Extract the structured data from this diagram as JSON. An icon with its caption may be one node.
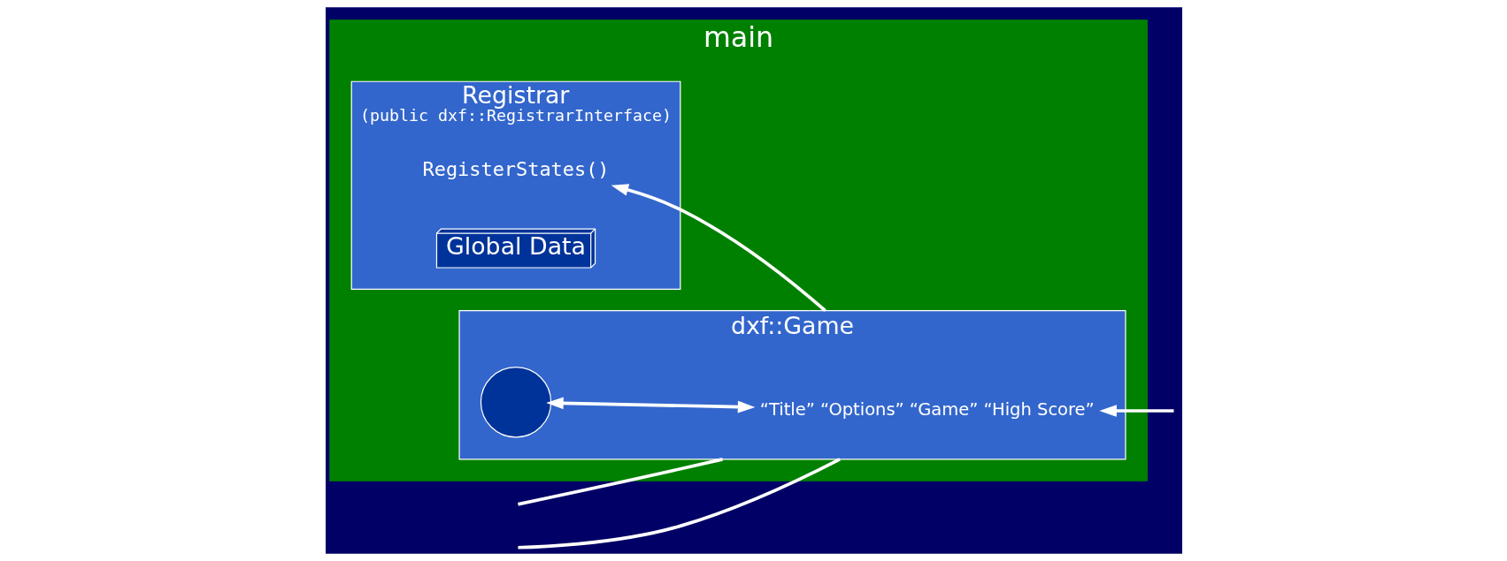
{
  "diagram": {
    "nodes": [
      {
        "text": [
          "main"
        ]
      },
      {
        "text": [
          "Registrar",
          "(public dxf::RegistrarInterface)"
        ],
        "in": 0
      },
      {
        "text": [
          "RegisterStates()"
        ],
        "in": 1
      },
      {
        "text": [
          "Global Data"
        ],
        "in": 1
      },
      {
        "text": [
          "dxf::Game"
        ],
        "in": 0
      },
      {
        "text": [
          "“Title” “Options” “Game” “High Score”"
        ],
        "in": 4
      },
      {
        "text": [],
        "shape": "circle",
        "in": 4
      }
    ],
    "edges": [
      {
        "from": 4,
        "to": 2,
        "arrow": "to"
      },
      {
        "from": 5,
        "to": 6,
        "arrow": "both"
      },
      {
        "from": null,
        "to": 5,
        "arrow": "to"
      },
      {
        "from": 4,
        "to": null,
        "arrow": "none"
      },
      {
        "from": 4,
        "to": null,
        "arrow": "none"
      }
    ]
  }
}
